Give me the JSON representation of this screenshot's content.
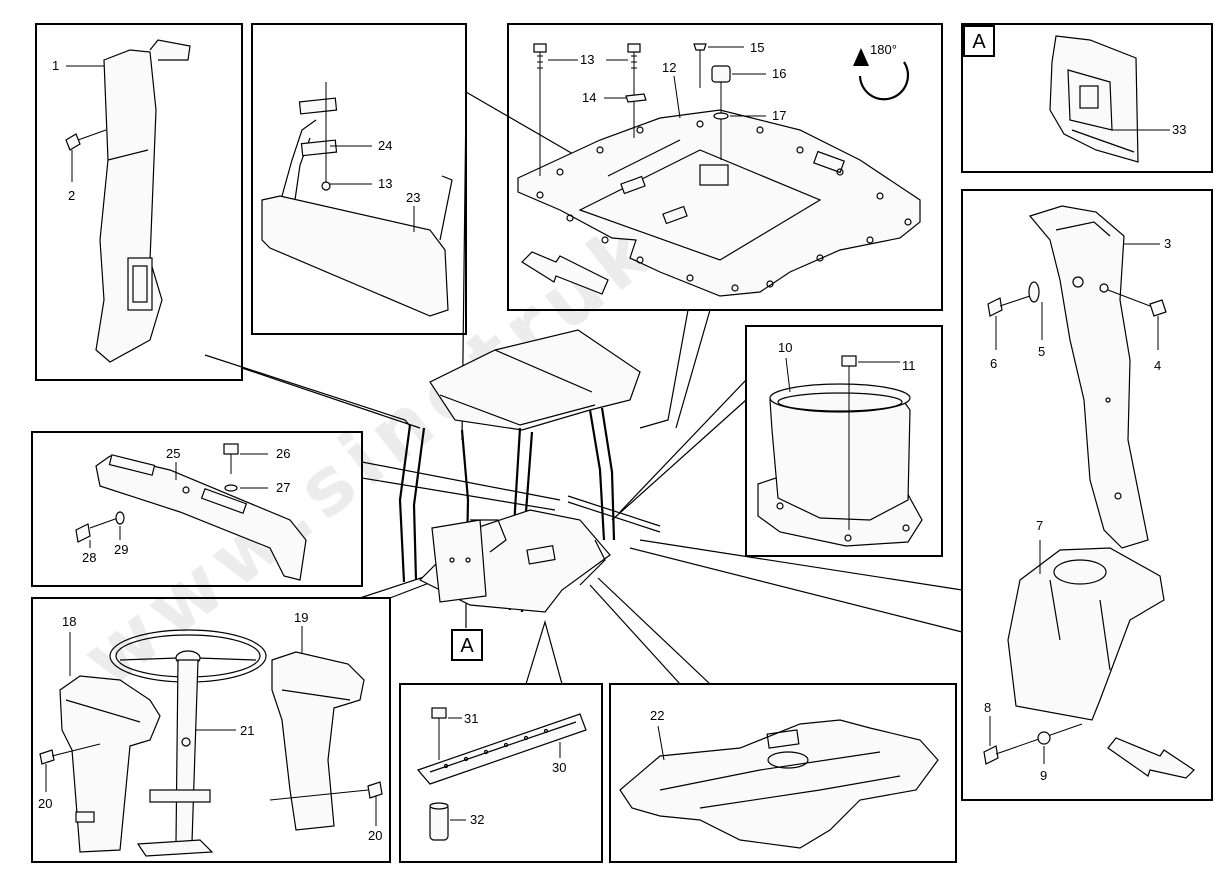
{
  "watermark": "www.sinotruk.kz",
  "rotation_label": "180°",
  "view_tag": "A",
  "callouts": {
    "p1": "1",
    "p2": "2",
    "p3": "3",
    "p4": "4",
    "p5": "5",
    "p6": "6",
    "p7": "7",
    "p8": "8",
    "p9": "9",
    "p10": "10",
    "p11": "11",
    "p12": "12",
    "p13a": "13",
    "p13b": "13",
    "p14": "14",
    "p15": "15",
    "p16": "16",
    "p17": "17",
    "p18": "18",
    "p19": "19",
    "p20a": "20",
    "p20b": "20",
    "p21": "21",
    "p22": "22",
    "p23": "23",
    "p24": "24",
    "p25": "25",
    "p26": "26",
    "p27": "27",
    "p28": "28",
    "p29": "29",
    "p30": "30",
    "p31": "31",
    "p32": "32",
    "p33": "33"
  }
}
